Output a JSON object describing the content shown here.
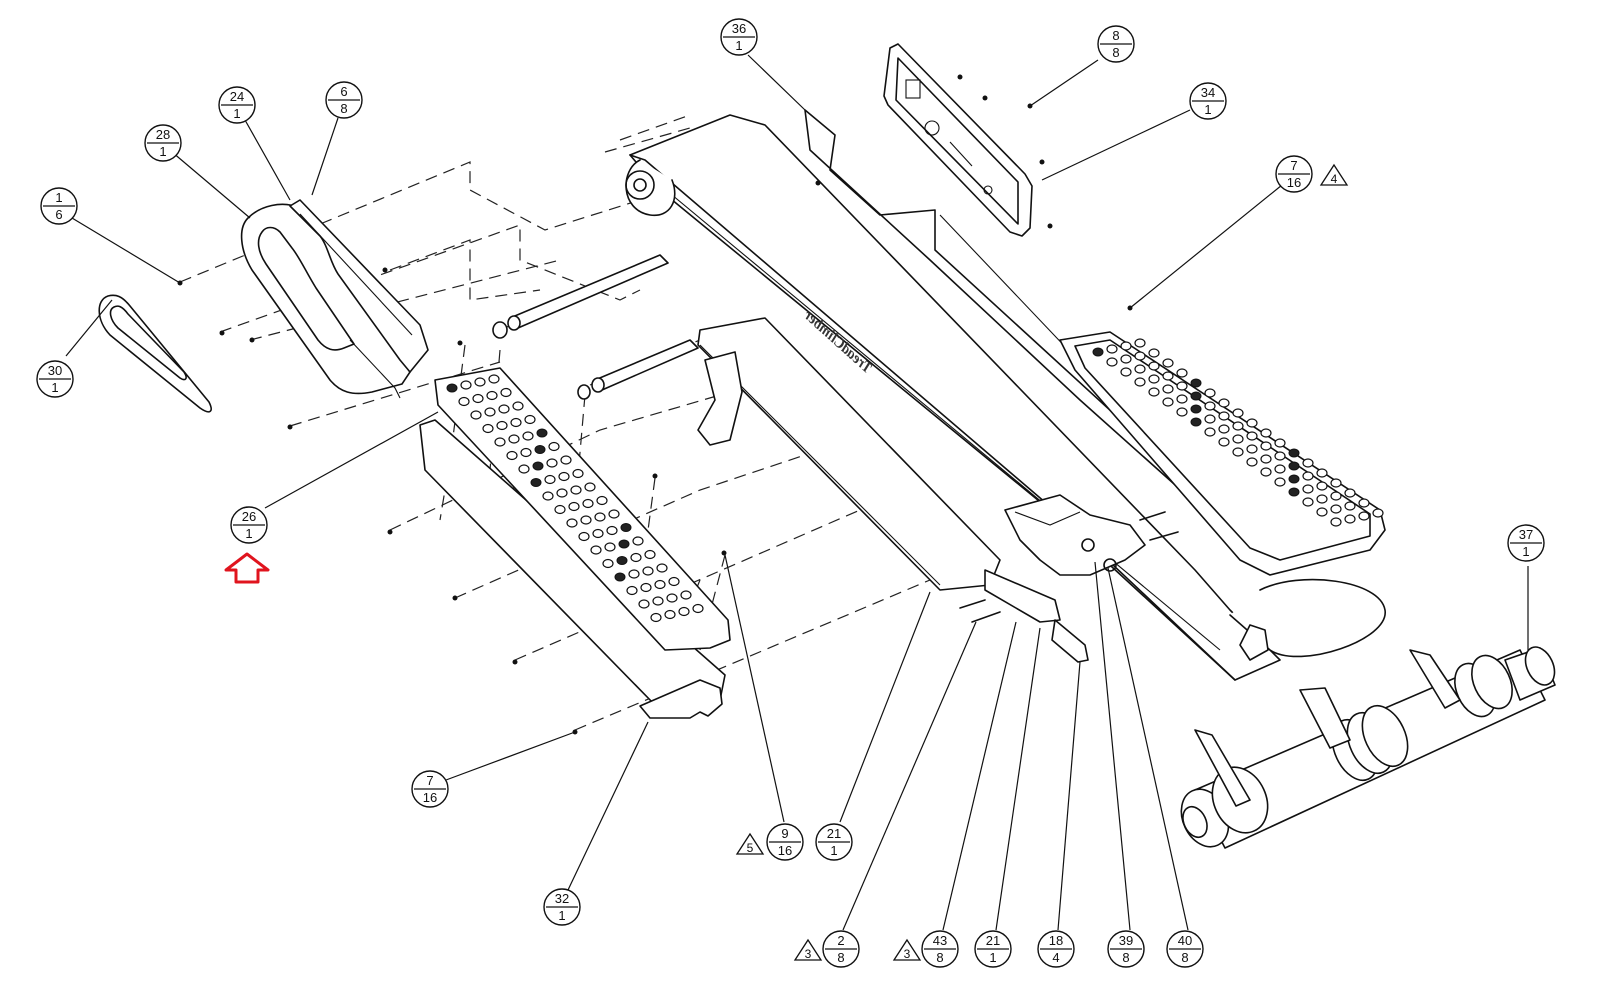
{
  "diagram": {
    "brand_text": "TreadClimber",
    "callouts": [
      {
        "id": "c36",
        "num": "36",
        "qty": "1"
      },
      {
        "id": "c8a",
        "num": "8",
        "qty": "8"
      },
      {
        "id": "c34",
        "num": "34",
        "qty": "1"
      },
      {
        "id": "c7a",
        "num": "7",
        "qty": "16",
        "note": "4"
      },
      {
        "id": "c24",
        "num": "24",
        "qty": "1"
      },
      {
        "id": "c6",
        "num": "6",
        "qty": "8"
      },
      {
        "id": "c28",
        "num": "28",
        "qty": "1"
      },
      {
        "id": "c1",
        "num": "1",
        "qty": "6"
      },
      {
        "id": "c30",
        "num": "30",
        "qty": "1"
      },
      {
        "id": "c26",
        "num": "26",
        "qty": "1"
      },
      {
        "id": "c37",
        "num": "37",
        "qty": "1"
      },
      {
        "id": "c7b",
        "num": "7",
        "qty": "16"
      },
      {
        "id": "c9",
        "num": "9",
        "qty": "16",
        "note": "5"
      },
      {
        "id": "c21a",
        "num": "21",
        "qty": "1"
      },
      {
        "id": "c32",
        "num": "32",
        "qty": "1"
      },
      {
        "id": "c2",
        "num": "2",
        "qty": "8",
        "note": "3"
      },
      {
        "id": "c43",
        "num": "43",
        "qty": "8",
        "note": "3"
      },
      {
        "id": "c21b",
        "num": "21",
        "qty": "1"
      },
      {
        "id": "c18",
        "num": "18",
        "qty": "4"
      },
      {
        "id": "c39",
        "num": "39",
        "qty": "8"
      },
      {
        "id": "c40",
        "num": "40",
        "qty": "8"
      }
    ],
    "highlight_arrow_color": "#e0141e",
    "highlighted_part": "26"
  }
}
